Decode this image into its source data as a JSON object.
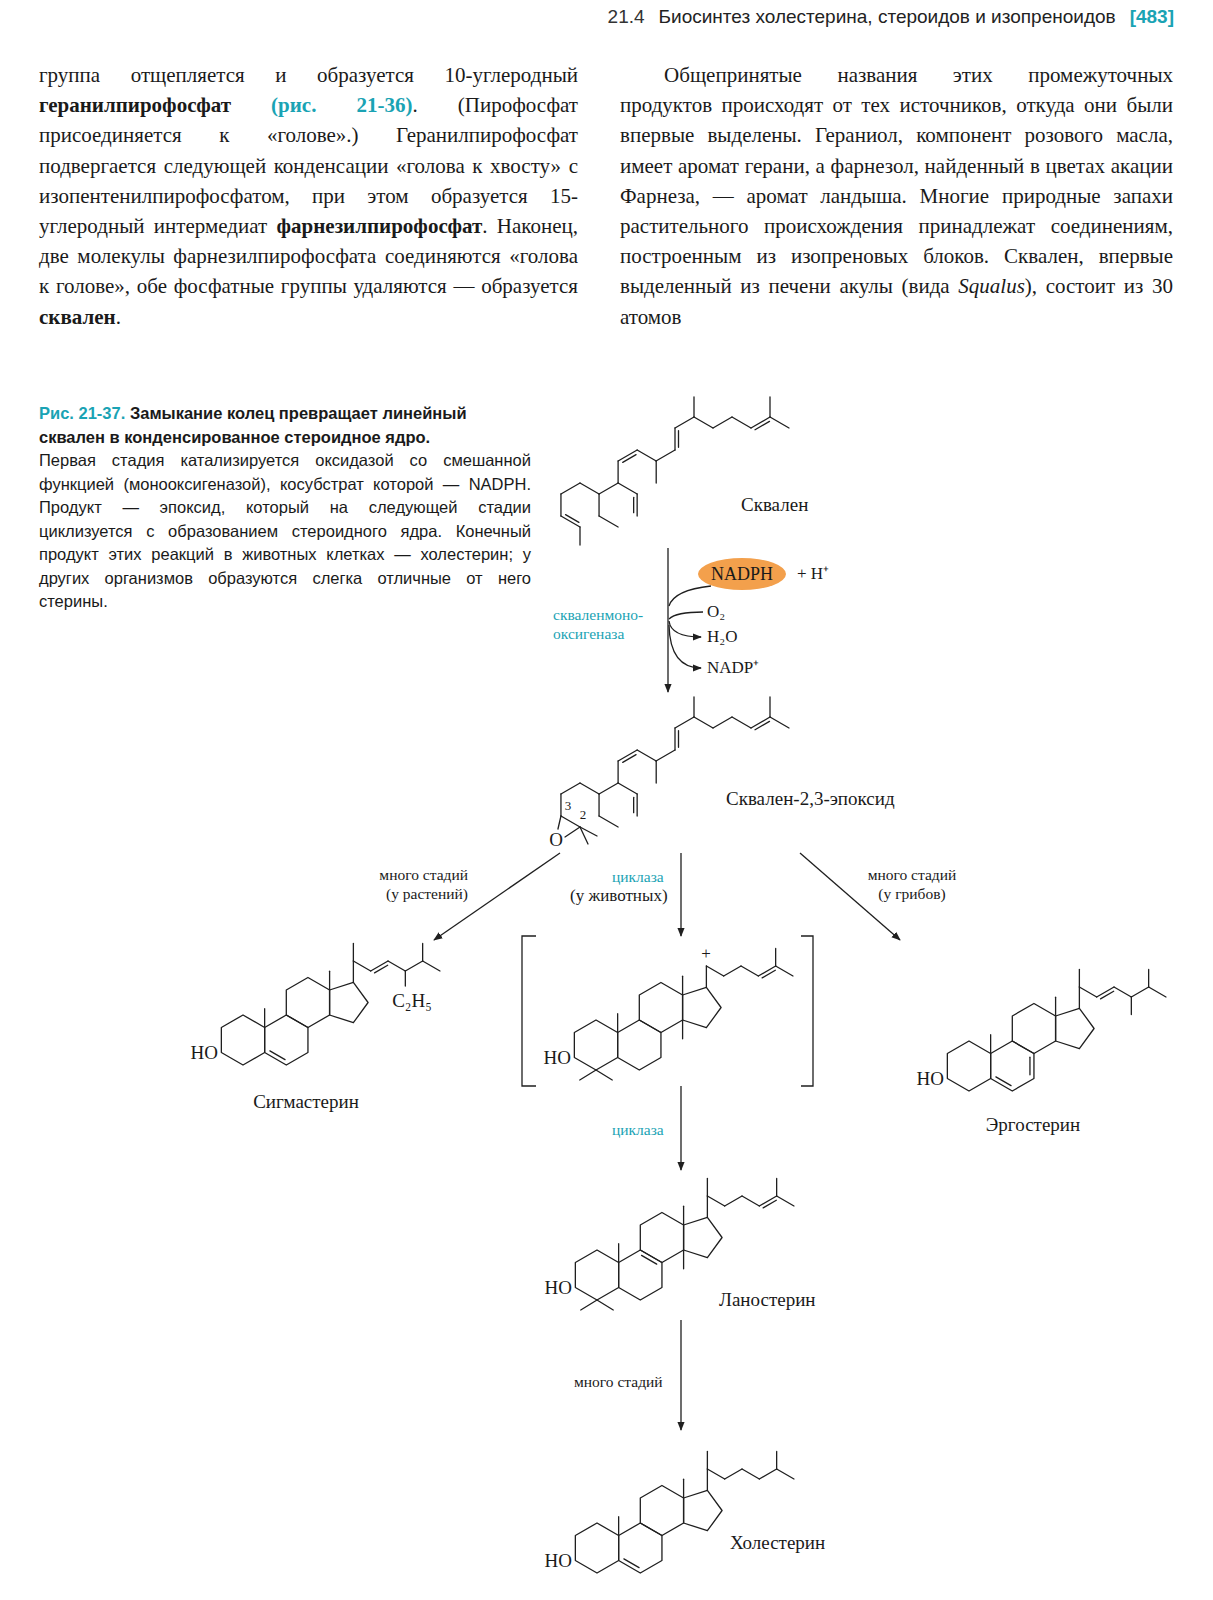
{
  "diagram": {
    "caption": "Замыкание колец превращает линейный сквален в конденсированное стероидное ядро.",
    "nodes": [
      {
        "text": [
          "Сквален"
        ]
      },
      {
        "text": [
          "NADPH"
        ]
      },
      {
        "text": [
          "Сквален-2,3-эпоксид",
          "3",
          "2",
          "O"
        ]
      },
      {
        "text": [
          "Сигмастерин",
          "HO",
          "C₂H₅"
        ]
      },
      {
        "text": [
          "+",
          "HO"
        ]
      },
      {
        "text": [
          "Эргостерин",
          "HO"
        ]
      },
      {
        "text": [
          "Ланостерин",
          "HO"
        ]
      },
      {
        "text": [
          "Холестерин",
          "HO"
        ]
      }
    ],
    "edges": [
      {
        "from": 0,
        "to": 2,
        "arrow": "to",
        "label": "скваленмоно-оксигеназа"
      },
      {
        "from": 2,
        "to": 3,
        "arrow": "to",
        "label": "много стадий (у растений)"
      },
      {
        "from": 2,
        "to": 4,
        "arrow": "to",
        "label": "циклаза"
      },
      {
        "from": 2,
        "to": 5,
        "arrow": "to",
        "label": "много стадий (у грибов)"
      },
      {
        "from": 4,
        "to": 6,
        "arrow": "to",
        "label": "циклаза"
      },
      {
        "from": 6,
        "to": 7,
        "arrow": "to",
        "label": "много стадий"
      }
    ],
    "labels": [
      "21.4",
      "Биосинтез холестерина, стероидов и изопреноидов",
      "[483]",
      "группа отщепляется и образуется 10-углеродный",
      "геранилпирофосфат",
      "(рис. 21-36)",
      ". (Пирофосфат присоединяется к «голове».) Геранилпирофосфат подвергается следующей конденсации «голова к хвосту» с изопентенилпирофосфатом, при этом образуется 15-углеродный интермедиат",
      "фарнезилпирофосфат",
      ". Наконец, две молекулы фарнезилпирофосфата соединяются «голова к голове», обе фосфатные группы удаляются — образуется",
      "сквален",
      ".",
      "Общепринятые названия этих промежуточных продуктов происходят от тех источников, откуда они были впервые выделены. Гераниол, компонент розового масла, имеет аромат герани, а фарнезол, найденный в цветах акации Фарнеза, — аромат ландыша. Многие природные запахи растительного происхождения принадлежат соединениям, построенным из изопреновых блоков. Сквален, впервые выделенный из печени акулы (вида",
      "Squalus",
      "), состоит из 30 атомов",
      "Рис. 21-37.",
      "Первая стадия катализируется оксидазой со смешанной функцией (монооксигеназой), косубстрат которой — NADPH. Продукт — эпоксид, который на следующей стадии циклизуется с образованием стероидного ядра. Конечный продукт этих реакций в животных клетках — холестерин; у других организмов образуются слегка отличные от него стерины.",
      "+ H⁺",
      "O₂",
      "H₂O",
      "NADP⁺",
      "(у животных)"
    ]
  }
}
